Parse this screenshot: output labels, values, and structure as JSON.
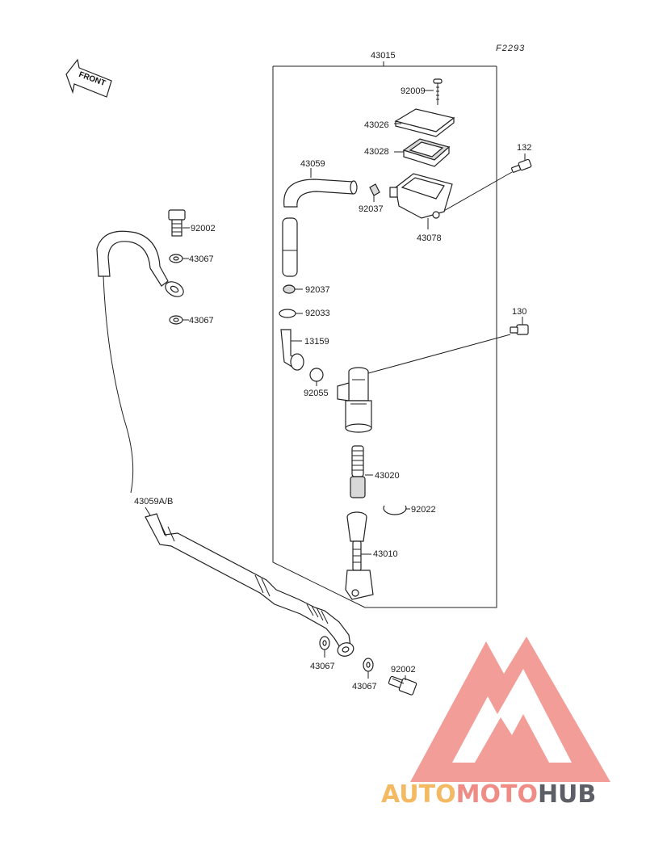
{
  "diagram_code": "F2293",
  "front_label": "FRONT",
  "parts": {
    "p43015": "43015",
    "p92009": "92009",
    "p43026": "43026",
    "p43028": "43028",
    "p132": "132",
    "p43059": "43059",
    "p92037a": "92037",
    "p43078": "43078",
    "p92002a": "92002",
    "p43067a": "43067",
    "p43067b": "43067",
    "p92037b": "92037",
    "p92033": "92033",
    "p130": "130",
    "p13159": "13159",
    "p92055": "92055",
    "p43020": "43020",
    "p92022": "92022",
    "p43059ab": "43059A/B",
    "p43010": "43010",
    "p43067c": "43067",
    "p92002b": "92002",
    "p43067d": "43067"
  },
  "watermark": {
    "part1": "AUTO",
    "part2": "MOTO",
    "part3": "HUB",
    "color1": "#f4b963",
    "color2": "#f08c86",
    "color3": "#5c5f66",
    "logo_color": "#f08c86"
  }
}
